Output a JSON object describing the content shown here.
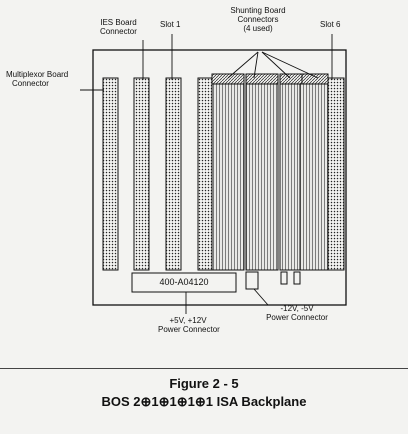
{
  "figure": {
    "number": "Figure 2 - 5",
    "title": "BOS 2⊕1⊕1⊕1⊕1 ISA Backplane"
  },
  "labels": {
    "ies_board_connector": [
      "IES Board",
      "Connector"
    ],
    "slot_first": "Slot 1",
    "shunting_board_connectors": [
      "Shunting Board",
      "Connectors",
      "(4 used)"
    ],
    "slot_last": "Slot 6",
    "multiplexor_board_connector": [
      "Multiplexor Board",
      "Connector"
    ],
    "part_number": "400-A04120",
    "power_5v_12v": [
      "+5V, +12V",
      "Power Connector"
    ],
    "power_neg": [
      "-12V, -5V",
      "Power Connector"
    ]
  },
  "colors": {
    "line": "#111111",
    "background": "#f3f3f1"
  }
}
